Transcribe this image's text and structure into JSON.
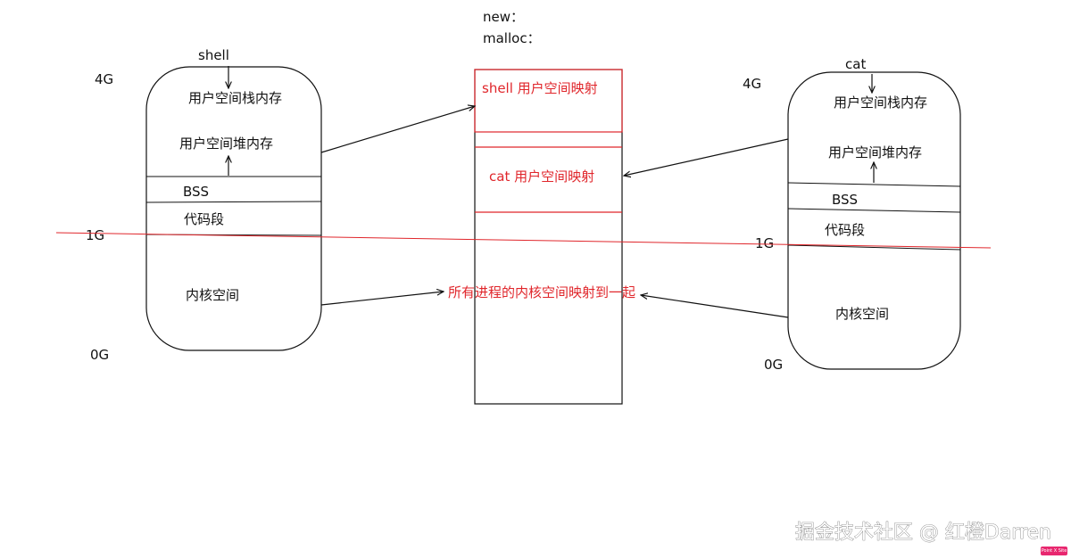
{
  "top_labels": {
    "new": "new：",
    "malloc": "malloc："
  },
  "left_process": {
    "name": "shell",
    "addr_4g": "4G",
    "addr_1g": "1G",
    "addr_0g": "0G",
    "user_stack": "用户空间栈内存",
    "user_heap": "用户空间堆内存",
    "bss": "BSS",
    "code": "代码段",
    "kernel": "内核空间"
  },
  "right_process": {
    "name": "cat",
    "addr_4g": "4G",
    "addr_1g": "1G",
    "addr_0g": "0G",
    "user_stack": "用户空间栈内存",
    "user_heap": "用户空间堆内存",
    "bss": "BSS",
    "code": "代码段",
    "kernel": "内核空间"
  },
  "physical_memory": {
    "shell_mapping": "shell 用户空间映射",
    "cat_mapping": "cat 用户空间映射",
    "kernel_mapping": "所有进程的内核空间映射到一起"
  },
  "colors": {
    "line": "#111111",
    "accent": "#e0262b"
  },
  "watermark": {
    "text": "掘金技术社区 @ 红橙Darren",
    "badge": "Point X Site"
  }
}
